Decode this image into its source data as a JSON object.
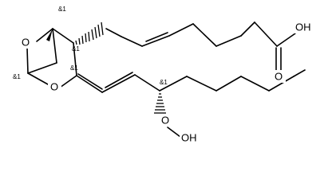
{
  "atoms": {
    "ring_oxygen_left": "O",
    "ring_oxygen_lower": "O",
    "acid_oh": "OH",
    "acid_carbonyl_o": "O",
    "peroxide_o": "O",
    "peroxide_oh": "OH"
  },
  "stereo": {
    "top_bridgehead": "&1",
    "c1_chain": "&1",
    "bottom_bridgehead": "&1",
    "c2_chain": "&1",
    "hydroperoxy_carbon": "&1"
  }
}
